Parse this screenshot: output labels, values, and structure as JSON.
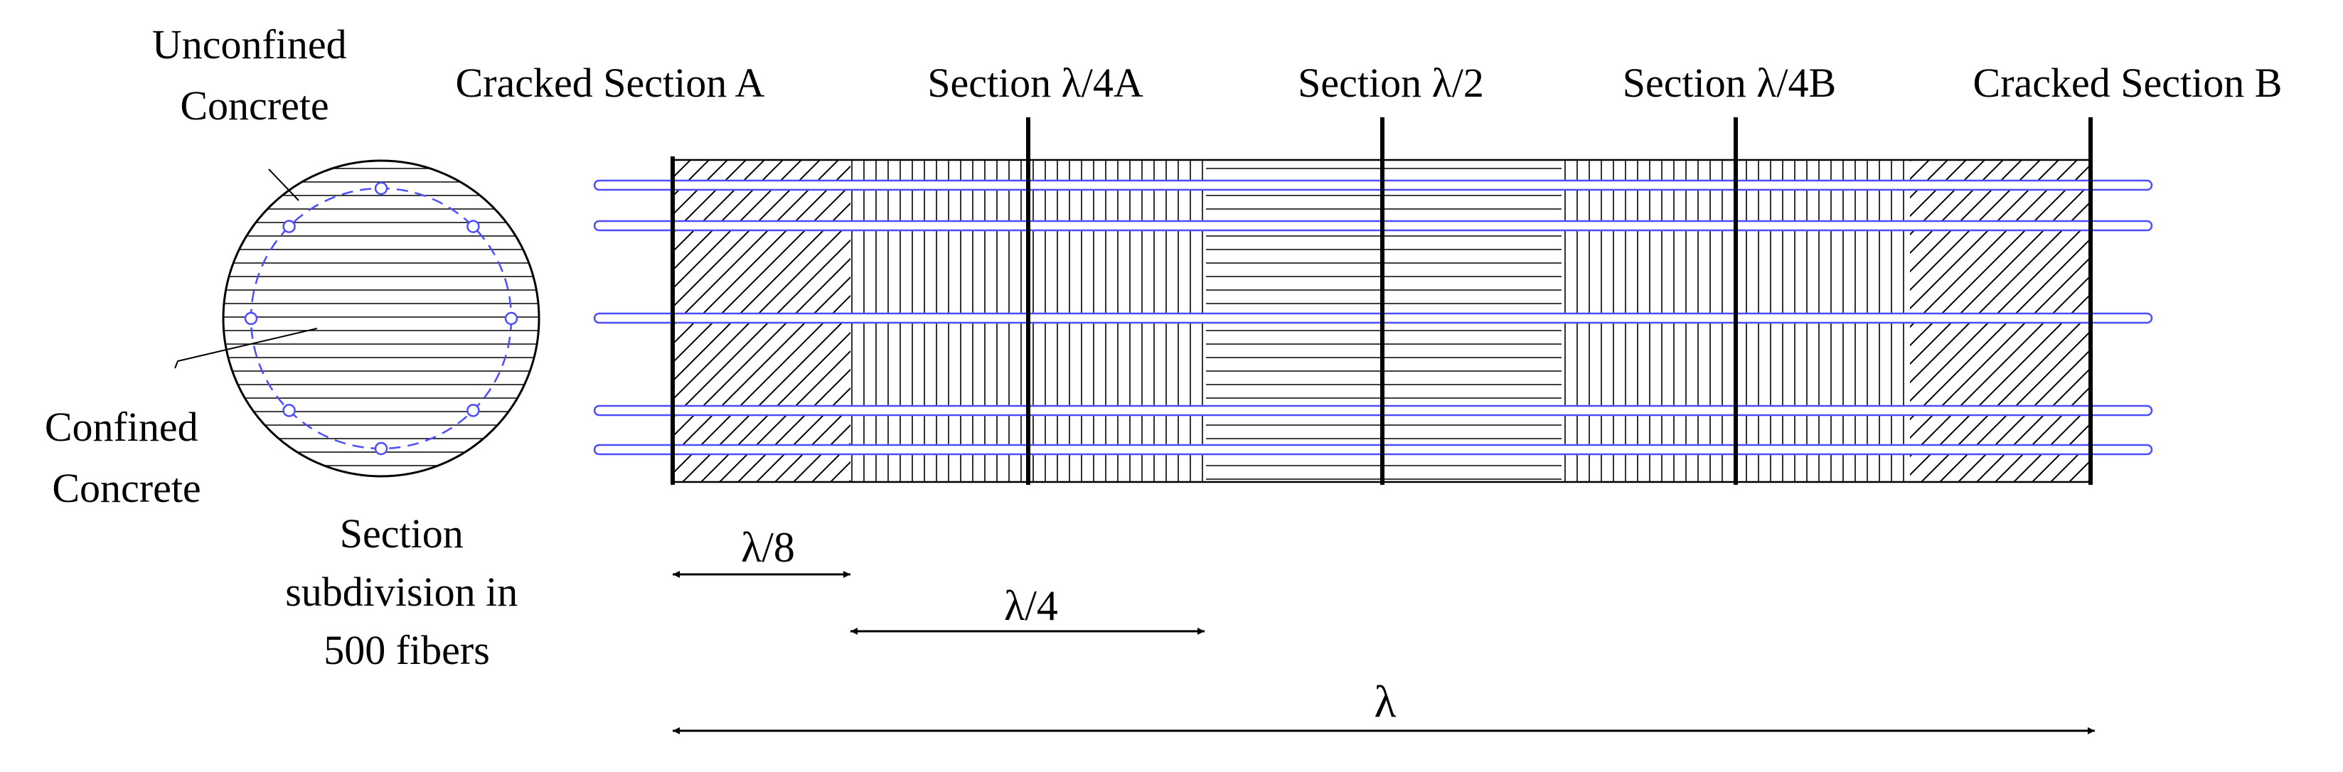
{
  "labels": {
    "unconfined": [
      "Unconfined",
      "Concrete"
    ],
    "confined": [
      "Confined",
      "Concrete"
    ],
    "subdivision": [
      "Section",
      "subdivision in",
      "500 fibers"
    ],
    "section_cracked_a": "Cracked Section A",
    "section_lambda_4a": "Section λ/4A",
    "section_lambda_2": "Section λ/2",
    "section_lambda_4b": "Section λ/4B",
    "section_cracked_b": "Cracked Section B",
    "dim_lambda_8": "λ/8",
    "dim_lambda_4": "λ/4",
    "dim_lambda": "λ"
  },
  "colors": {
    "line": "#000000",
    "rebar": "#4d4dff"
  }
}
